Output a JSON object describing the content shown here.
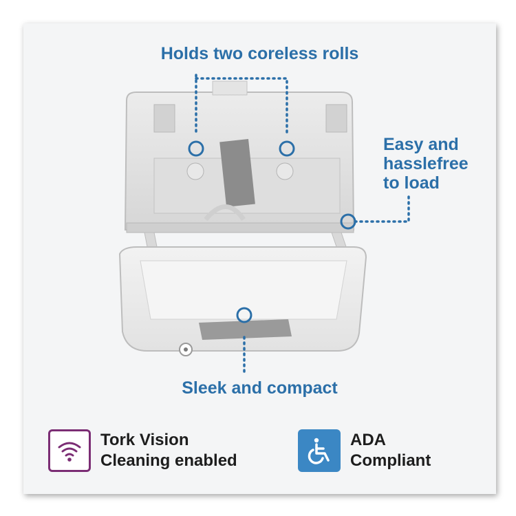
{
  "callouts": {
    "top": "Holds two coreless rolls",
    "right": [
      "Easy and",
      "hasslefree",
      "to load"
    ],
    "bottom": "Sleek and compact"
  },
  "features": [
    {
      "icon": "wifi-icon",
      "lines": [
        "Tork Vision",
        "Cleaning enabled"
      ]
    },
    {
      "icon": "wheelchair-icon",
      "lines": [
        "ADA",
        "Compliant"
      ]
    }
  ],
  "colors": {
    "callout_text": "#2b6fa8",
    "marker": "#2b6fa8",
    "wifi_badge": "#7b2d74",
    "ada_badge": "#3b87c4",
    "feature_text": "#1d1d1d",
    "panel_background": "#f4f5f6"
  }
}
